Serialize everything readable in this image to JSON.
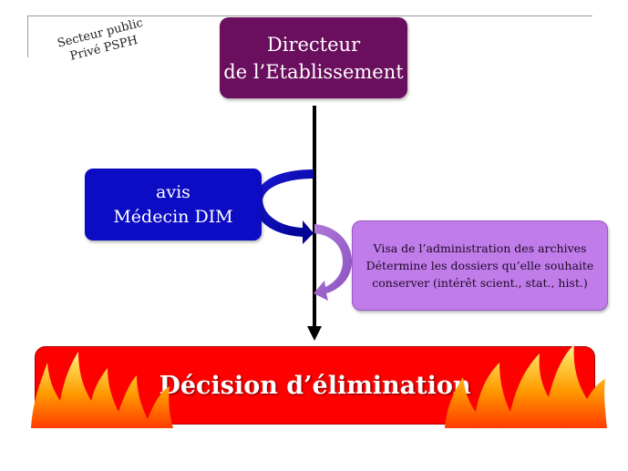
{
  "corner_label": {
    "line1": "Secteur public",
    "line2": "Privé PSPH"
  },
  "director": {
    "line1": "Directeur",
    "line2": "de l’Etablissement"
  },
  "dim": {
    "line1": "avis",
    "line2": "Médecin DIM"
  },
  "archives": {
    "line1": "Visa de l’administration des archives",
    "line2": "Détermine les dossiers qu’elle souhaite",
    "line3": "conserver (intérêt scient., stat., hist.)"
  },
  "decision": {
    "label": "Décision d’élimination"
  },
  "colors": {
    "director": "#6a0f5e",
    "dim": "#0c0cc4",
    "archives": "#c07ce8",
    "decision": "#ff0000",
    "flow_arrow": "#000000"
  }
}
